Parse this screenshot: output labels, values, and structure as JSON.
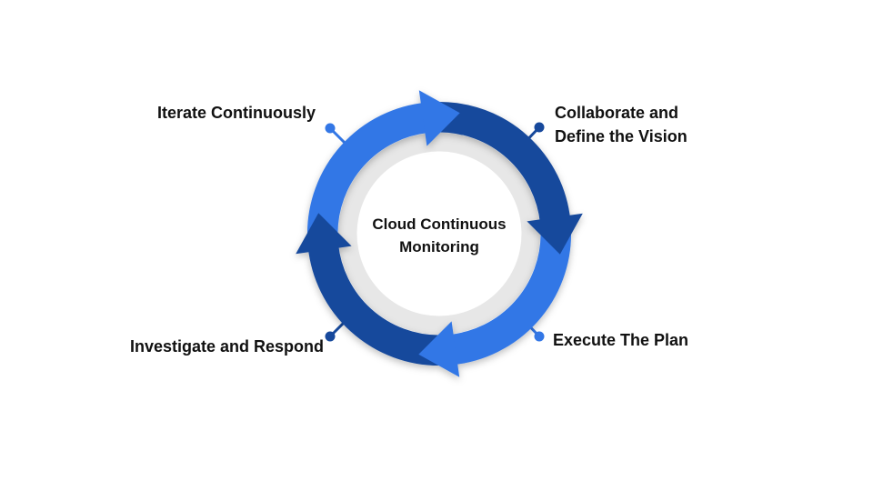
{
  "diagram_title": "Cloud Continuous Monitoring",
  "flow_direction": "clockwise",
  "colors": {
    "light_blue": "#3377E6",
    "dark_blue": "#17499C",
    "ring_gray": "#E7E7E7",
    "text": "#111111",
    "background": "#FFFFFF"
  },
  "center": {
    "line1": "Cloud Continuous",
    "line2": "Monitoring"
  },
  "labels": {
    "top_left": "Iterate Continuously",
    "top_right_line1": "Collaborate and",
    "top_right_line2": "Define the Vision",
    "bottom_right": "Execute The Plan",
    "bottom_left": "Investigate and Respond"
  }
}
